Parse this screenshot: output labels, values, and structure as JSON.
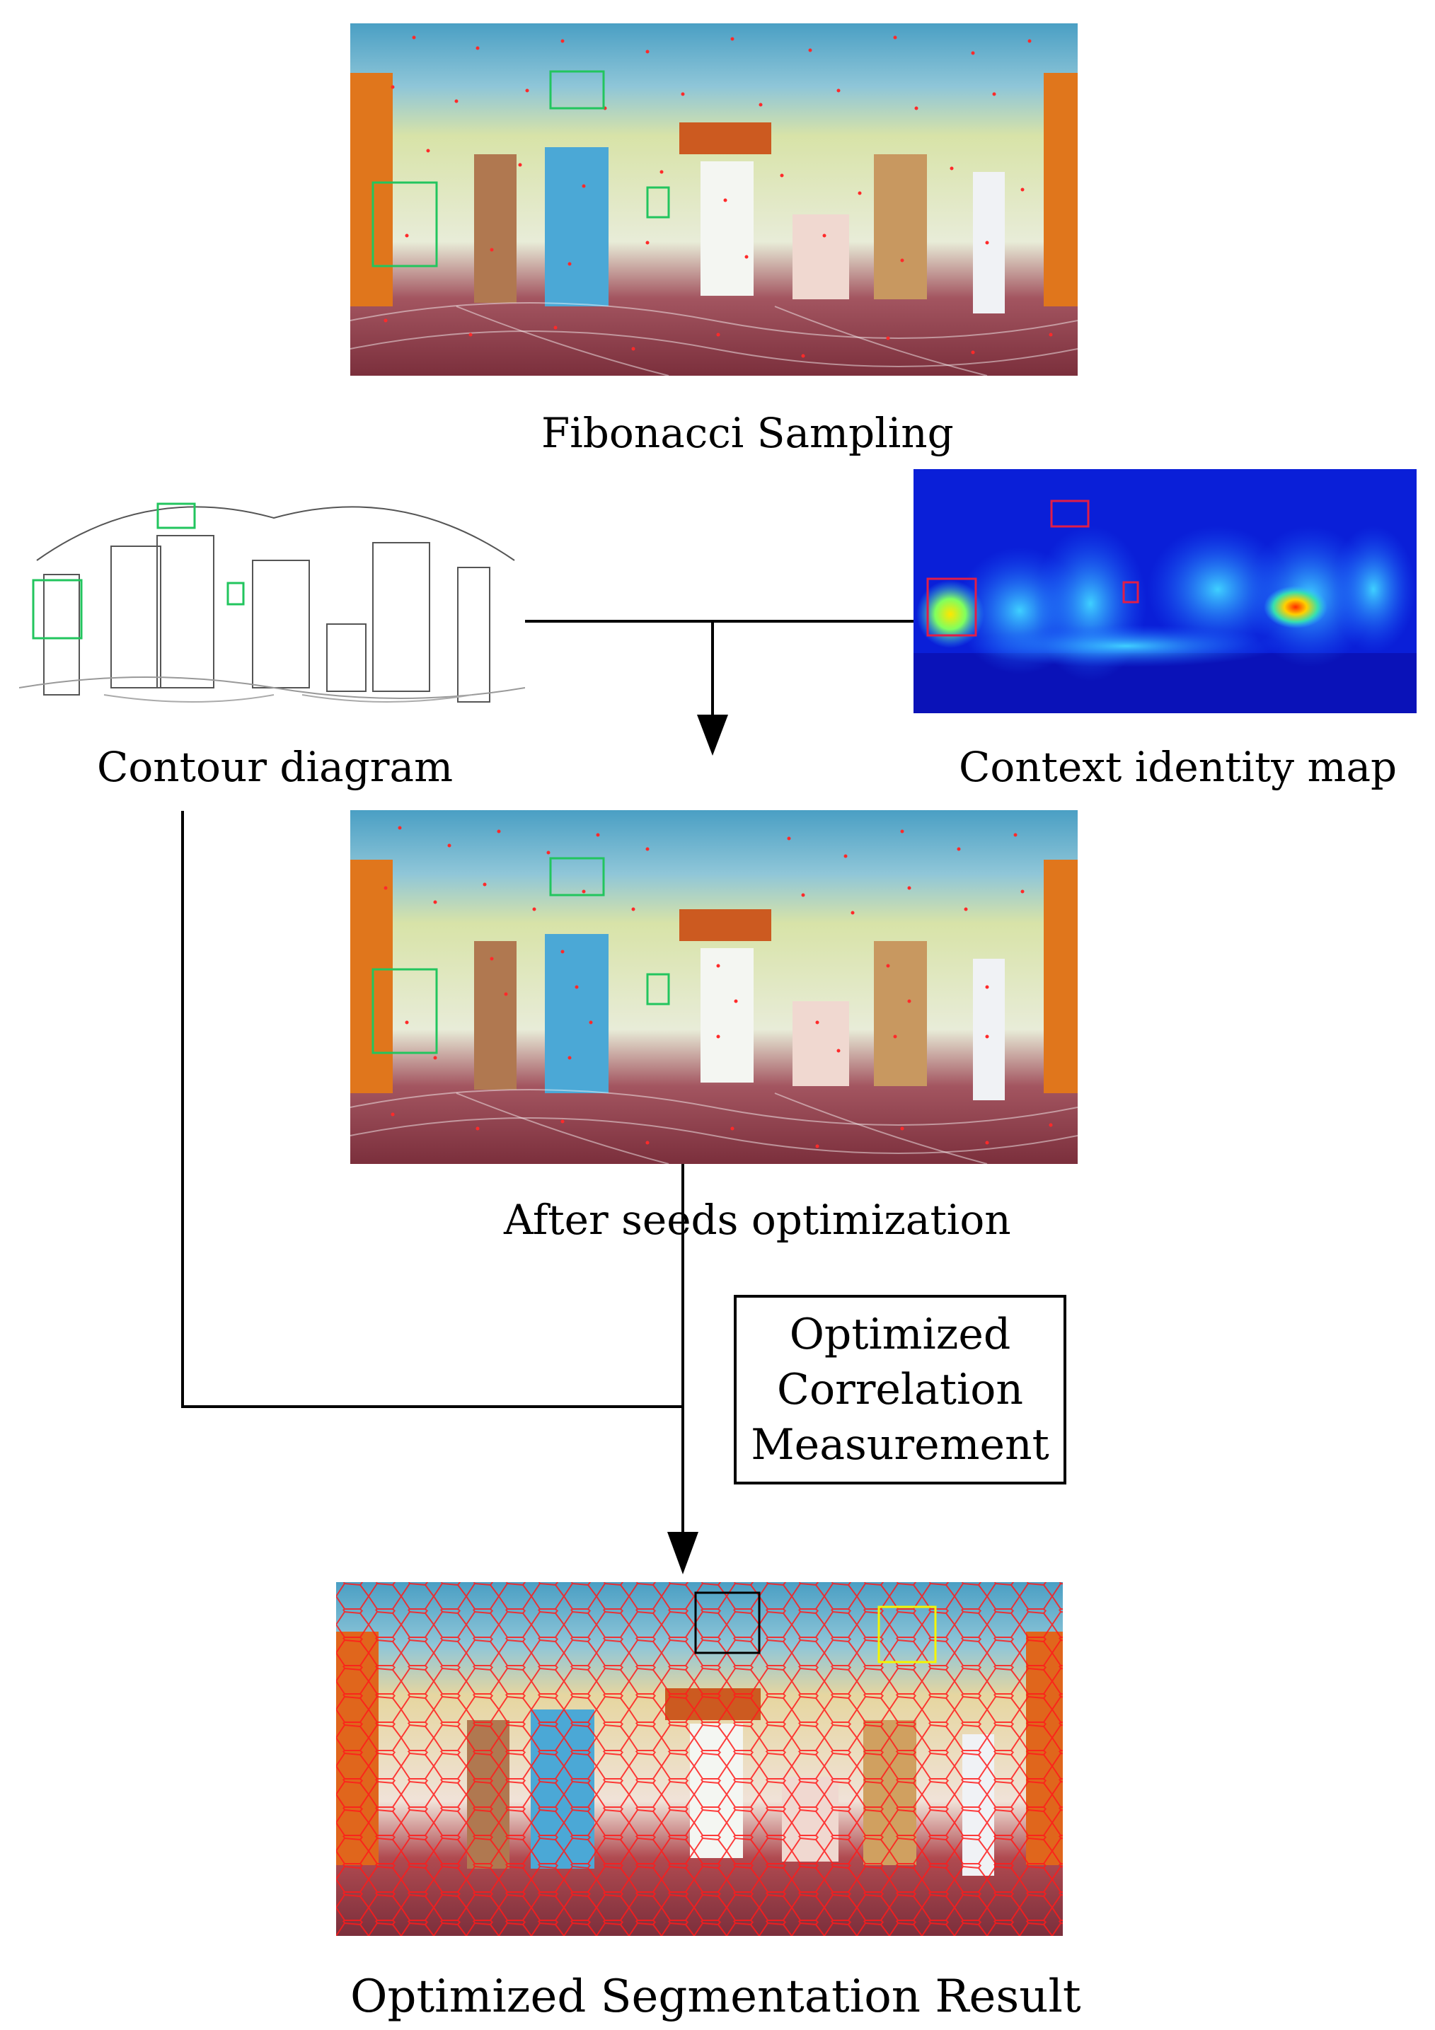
{
  "captions": {
    "fibonacci": "Fibonacci Sampling",
    "contour": "Contour diagram",
    "context": "Context identity map",
    "after_seeds": "After seeds optimization",
    "result": "Optimized Segmentation Result"
  },
  "process_box": {
    "line1": "Optimized",
    "line2": "Correlation",
    "line3": "Measurement"
  },
  "colors": {
    "seed_dot": "#ff2a2a",
    "highlight_green": "#22c55e",
    "highlight_red": "#e11d48",
    "highlight_black": "#000000",
    "highlight_yellow": "#f5f500",
    "superpixel_edge": "#ff1a1a"
  }
}
